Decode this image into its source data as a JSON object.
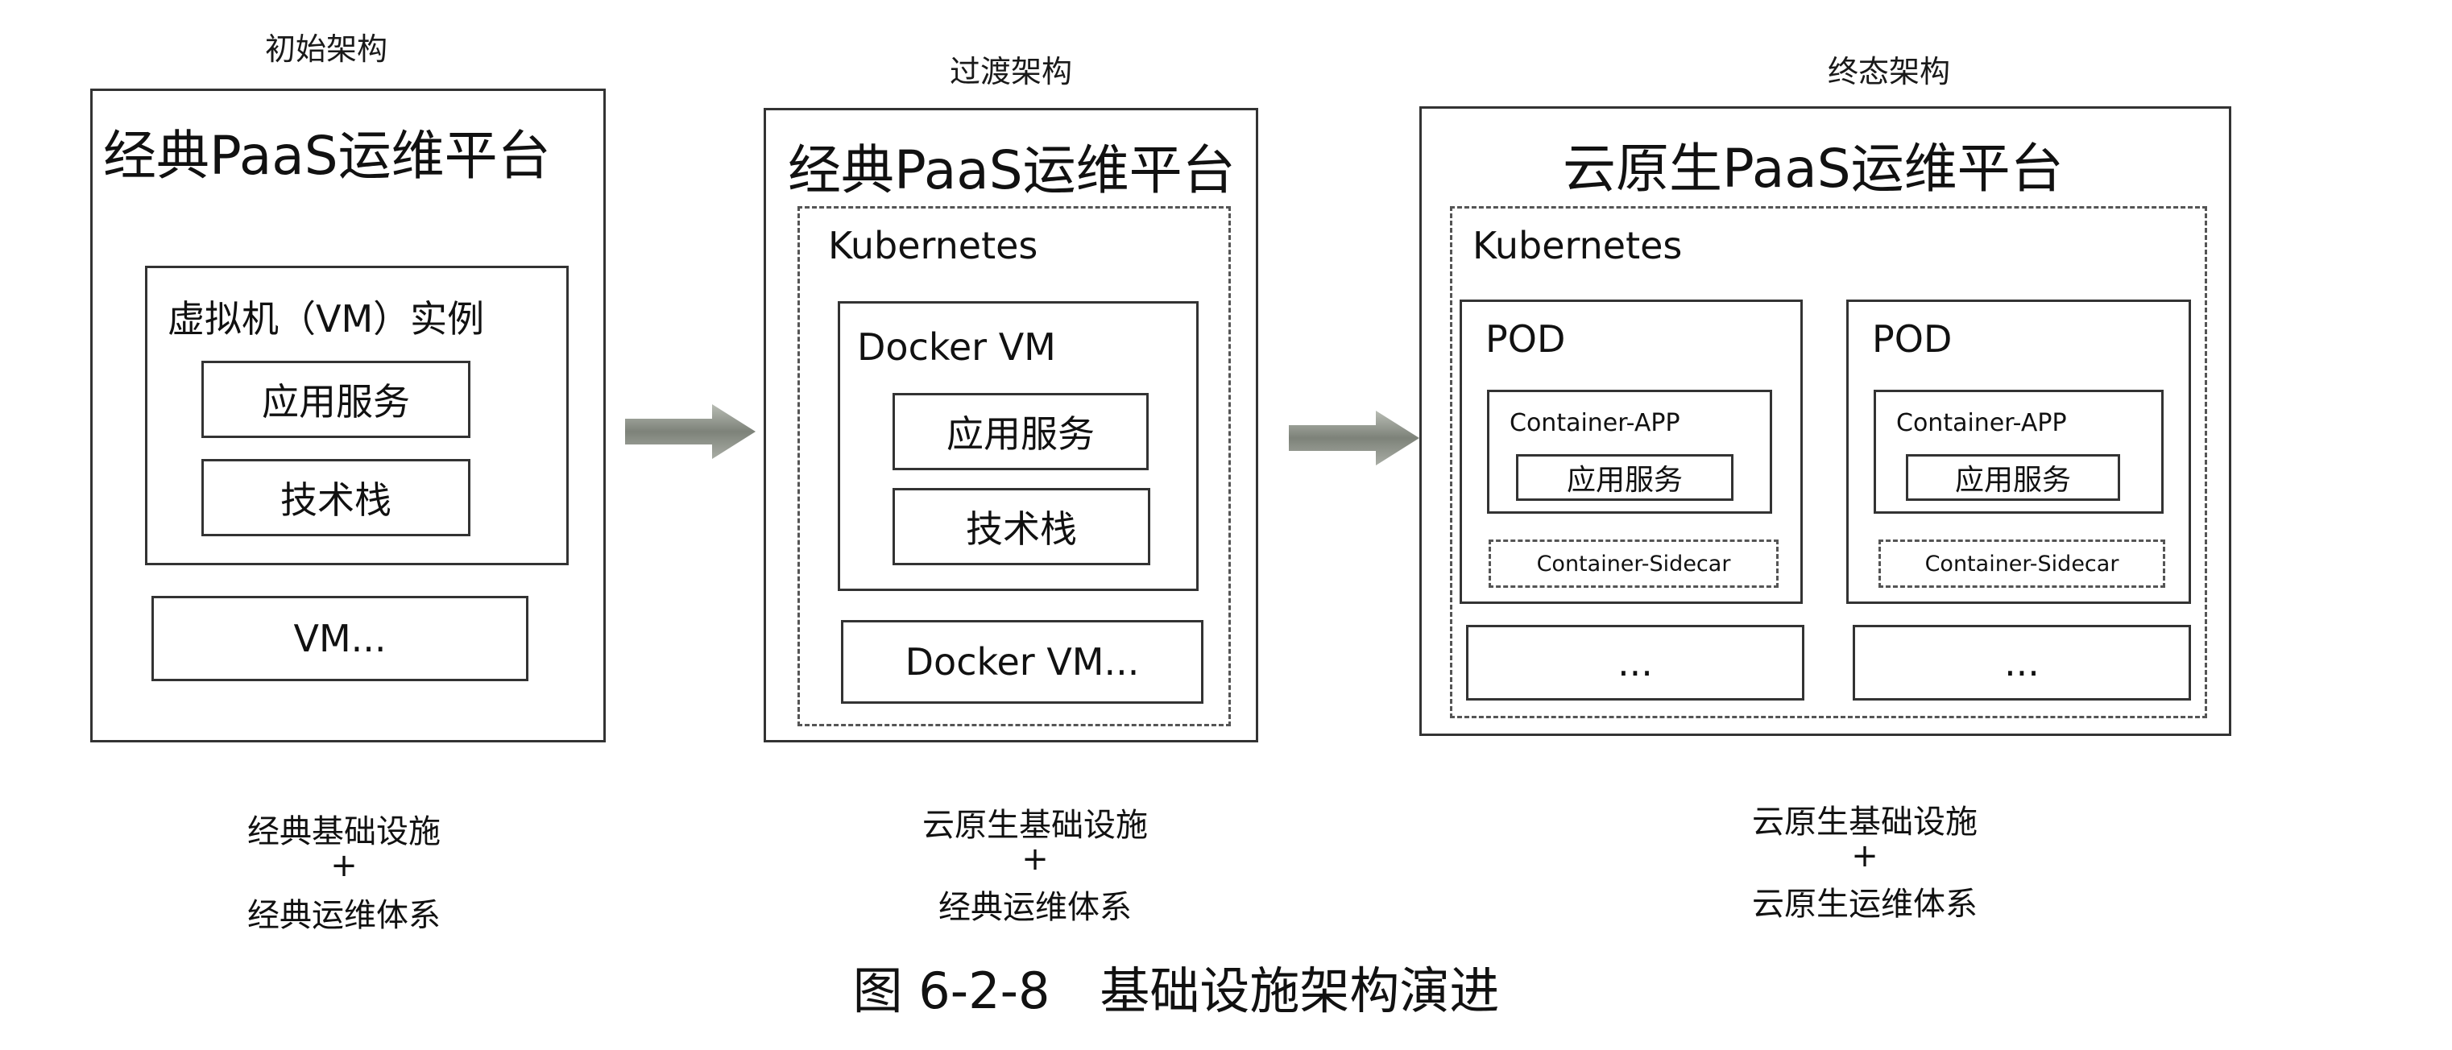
{
  "stages": [
    {
      "label": "初始架构",
      "platform_title": "经典PaaS运维平台",
      "vm_instance_label": "虚拟机（VM）实例",
      "app_service": "应用服务",
      "tech_stack": "技术栈",
      "more_vm": "VM...",
      "footer": [
        "经典基础设施",
        "+",
        "经典运维体系"
      ]
    },
    {
      "label": "过渡架构",
      "platform_title": "经典PaaS运维平台",
      "k8s_label": "Kubernetes",
      "docker_vm_label": "Docker VM",
      "app_service": "应用服务",
      "tech_stack": "技术栈",
      "more_docker_vm": "Docker VM...",
      "footer": [
        "云原生基础设施",
        "+",
        "经典运维体系"
      ]
    },
    {
      "label": "终态架构",
      "platform_title": "云原生PaaS运维平台",
      "k8s_label": "Kubernetes",
      "pods": [
        {
          "label": "POD",
          "container_app": "Container-APP",
          "app_service": "应用服务",
          "sidecar": "Container-Sidecar",
          "more": "..."
        },
        {
          "label": "POD",
          "container_app": "Container-APP",
          "app_service": "应用服务",
          "sidecar": "Container-Sidecar",
          "more": "..."
        }
      ],
      "footer": [
        "云原生基础设施",
        "+",
        "云原生运维体系"
      ]
    }
  ],
  "caption": "图 6-2-8　基础设施架构演进",
  "colors": {
    "border": "#333333",
    "arrow": "#8a8f86"
  }
}
